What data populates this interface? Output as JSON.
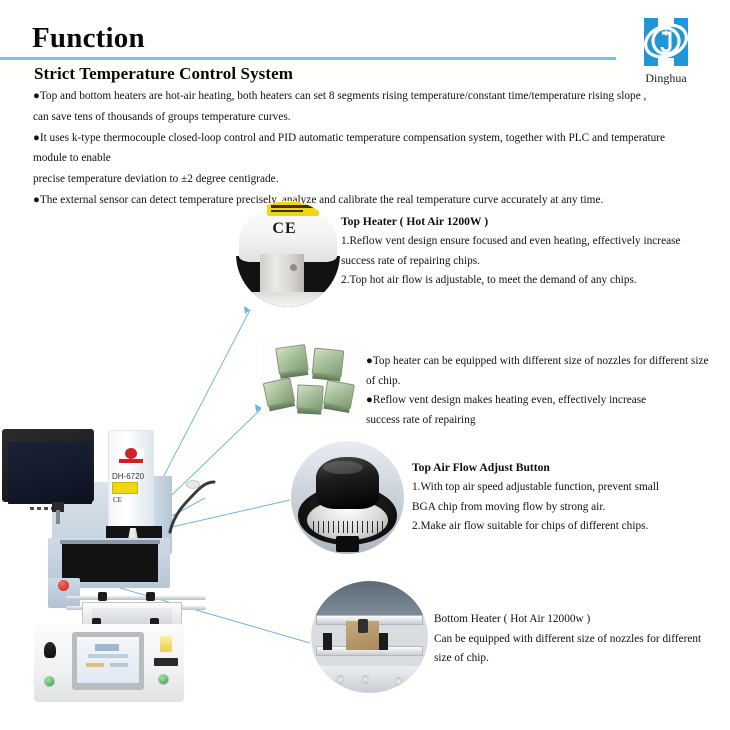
{
  "header": {
    "title": "Function",
    "subtitle": "Strict Temperature Control System",
    "rule_color": "#7fc0e0"
  },
  "logo": {
    "name": "Dinghua",
    "color": "#2196d6"
  },
  "intro": {
    "bullets": [
      {
        "lines": [
          "●Top and bottom heaters are hot-air heating,  both heaters can set 8 segments rising temperature/constant time/temperature rising slope ,",
          "can save tens of thousands of groups temperature curves."
        ]
      },
      {
        "lines": [
          "●It uses k-type thermocouple closed-loop control and PID automatic temperature compensation system, together with PLC and temperature module to enable",
          "precise temperature deviation to ±2 degree centigrade."
        ]
      },
      {
        "lines": [
          "●The external sensor can detect temperature precisely, analyze and calibrate the real temperature curve accurately at any time."
        ]
      }
    ]
  },
  "callouts": [
    {
      "id": "top-heater",
      "heading": "Top Heater ( Hot Air 1200W )",
      "lines": [
        "1.Reflow vent design ensure focused and even heating, effectively increase",
        "success rate of repairing chips.",
        "2.Top hot air flow is adjustable, to meet the demand of any chips."
      ]
    },
    {
      "id": "nozzles",
      "heading": "",
      "lines": [
        "●Top heater can be equipped with different size of nozzles for different size",
        "of chip.",
        "●Reflow vent design makes heating even, effectively increase",
        "success rate of repairing"
      ]
    },
    {
      "id": "air-flow-knob",
      "heading": "Top Air  Flow Adjust  Button",
      "lines": [
        "1.With top air speed adjustable function, prevent small",
        "BGA chip from moving flow by strong air.",
        "2.Make air flow suitable for chips of different chips."
      ]
    },
    {
      "id": "bottom-heater",
      "heading": "Bottom Heater ( Hot Air 12000w )",
      "lines": [
        "Can be equipped with different size of nozzles for different",
        "size of chip."
      ]
    }
  ],
  "machine": {
    "model_label": "DH-6720",
    "ce_mark": "CE",
    "brand_color": "#cf2128"
  },
  "photos": {
    "top_heater": "top-heater-photo",
    "nozzles": "nozzles-photo",
    "knob": "air-flow-knob-photo",
    "bottom_heater": "bottom-heater-photo"
  },
  "connectors": {
    "color": "#6fb7e0"
  }
}
